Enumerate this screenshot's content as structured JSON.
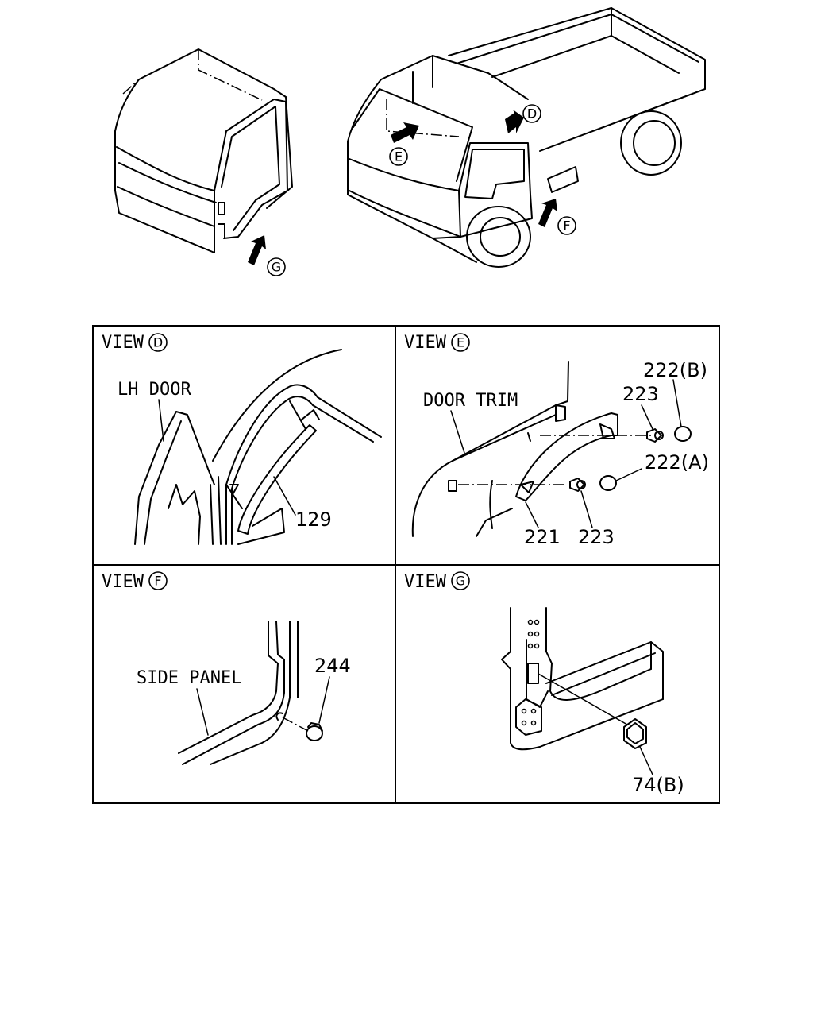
{
  "views": {
    "d": {
      "title": "VIEW",
      "letter": "D",
      "labels": {
        "lh_door": "LH DOOR",
        "part_129": "129"
      }
    },
    "e": {
      "title": "VIEW",
      "letter": "E",
      "labels": {
        "door_trim": "DOOR TRIM",
        "part_221": "221",
        "part_222a": "222(A)",
        "part_222b": "222(B)",
        "part_223_top": "223",
        "part_223_bottom": "223"
      }
    },
    "f": {
      "title": "VIEW",
      "letter": "F",
      "labels": {
        "side_panel": "SIDE PANEL",
        "part_244": "244"
      }
    },
    "g": {
      "title": "VIEW",
      "letter": "G",
      "labels": {
        "part_74b": "74(B)"
      }
    }
  },
  "overview": {
    "callouts": {
      "d": "D",
      "e": "E",
      "f": "F",
      "g": "G"
    }
  }
}
